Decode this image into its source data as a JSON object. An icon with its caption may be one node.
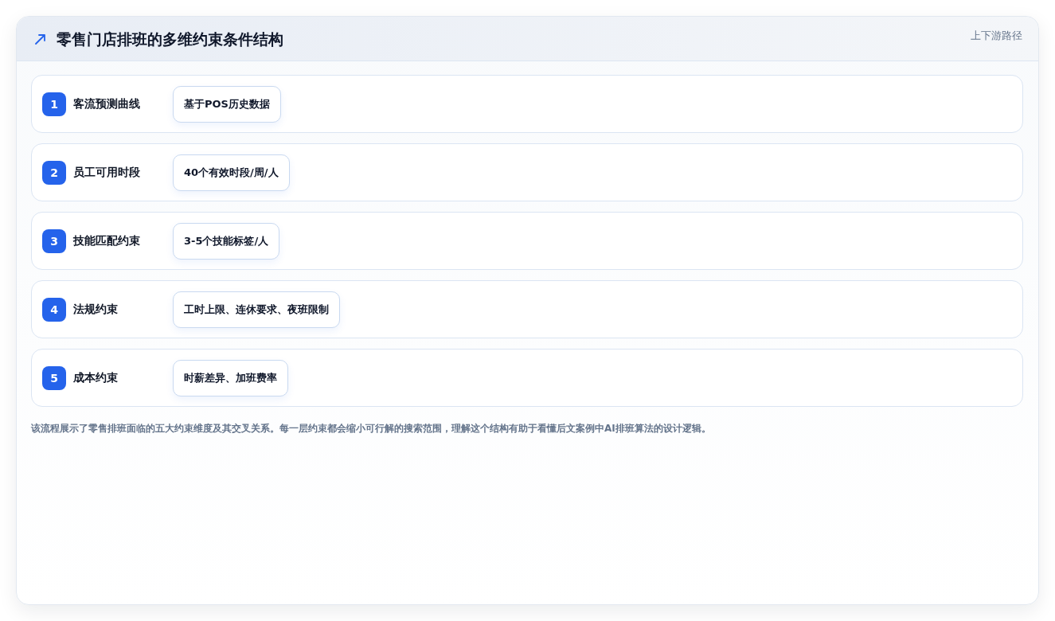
{
  "diagram": {
    "title": "零售门店排班的多维约束条件结构",
    "caption": "该流程展示了零售排班面临的五大约束维度及其交叉关系。每一层约束都会缩小可行解的搜索范围，理解这个结构有助于看懂后文案例中AI排班算法的设计逻辑。",
    "nodes": [
      {
        "text": [
          "客流预测曲线"
        ]
      },
      {
        "text": [
          "1"
        ],
        "in": 0
      },
      {
        "text": [
          "基于POS历史数据"
        ],
        "in": 0
      },
      {
        "text": [
          "员工可用时段"
        ]
      },
      {
        "text": [
          "2"
        ],
        "in": 3
      },
      {
        "text": [
          "40个有效时段/周/人"
        ],
        "in": 3
      },
      {
        "text": [
          "技能匹配约束"
        ]
      },
      {
        "text": [
          "3"
        ],
        "in": 6
      },
      {
        "text": [
          "3-5个技能标签/人"
        ],
        "in": 6
      },
      {
        "text": [
          "法规约束"
        ]
      },
      {
        "text": [
          "4"
        ],
        "in": 9
      },
      {
        "text": [
          "工时上限、连休要求、夜班限制"
        ],
        "in": 9
      },
      {
        "text": [
          "成本约束"
        ]
      },
      {
        "text": [
          "5"
        ],
        "in": 12
      },
      {
        "text": [
          "时薪差异、加班费率"
        ],
        "in": 12
      }
    ],
    "labels": [
      "上下游路径"
    ]
  }
}
